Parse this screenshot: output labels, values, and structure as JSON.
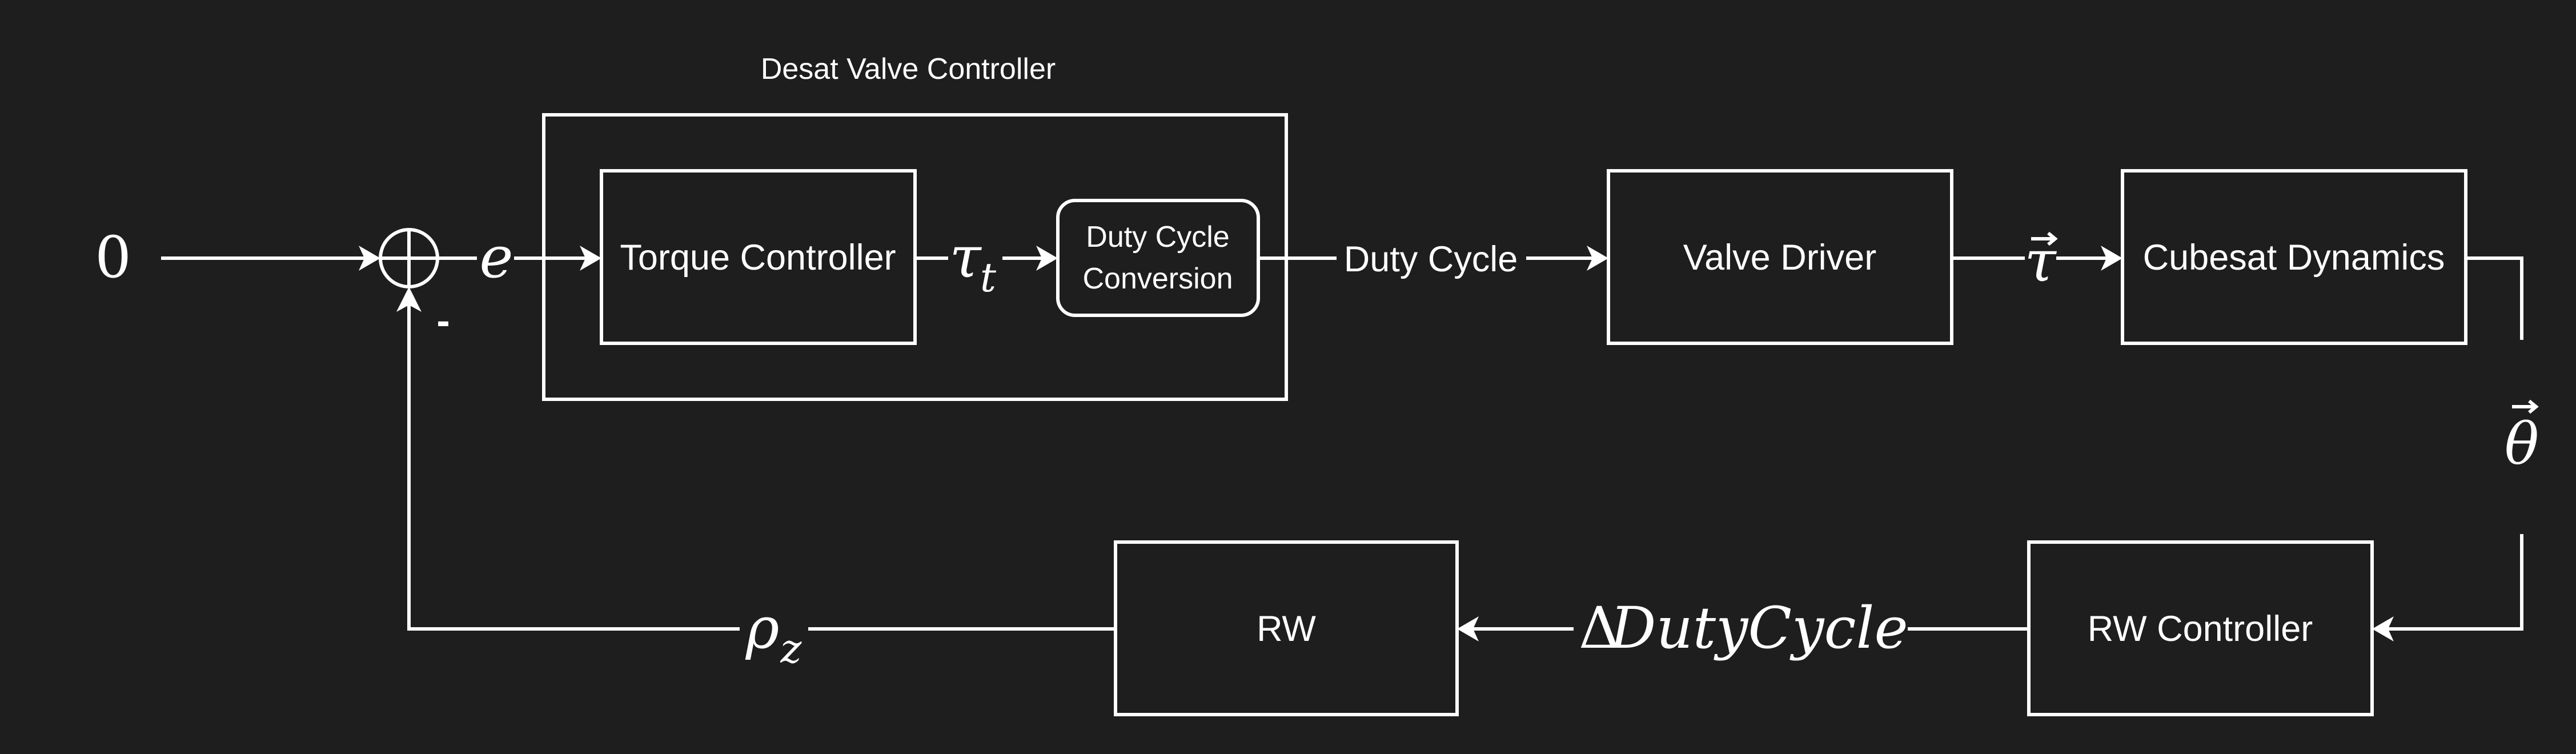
{
  "diagram": {
    "background": "#1e1e1e",
    "foreground": "#ffffff",
    "group_title": "Desat Valve Controller",
    "blocks": {
      "torque_controller": "Torque Controller",
      "duty_cycle_conversion_line1": "Duty Cycle",
      "duty_cycle_conversion_line2": "Conversion",
      "valve_driver": "Valve Driver",
      "cubesat_dynamics": "Cubesat Dynamics",
      "rw_controller": "RW Controller",
      "rw": "RW"
    },
    "signals": {
      "reference": "0",
      "error": "e",
      "torque_target": "τ",
      "torque_target_sub": "t",
      "duty_cycle": "Duty Cycle",
      "torque_vector": "τ",
      "attitude": "θ",
      "delta_duty_cycle_delta": "Δ",
      "delta_duty_cycle": "DutyCycle",
      "rw_momentum": "ρ",
      "rw_momentum_sub": "z",
      "minus_sign": "-"
    }
  }
}
